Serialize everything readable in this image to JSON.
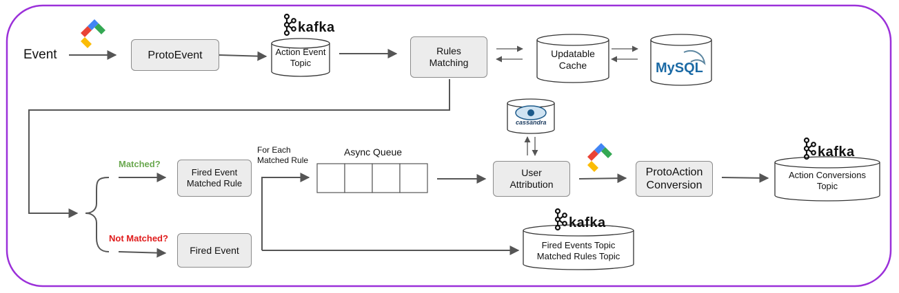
{
  "source": {
    "label": "Event"
  },
  "nodes": {
    "proto_event": "ProtoEvent",
    "action_event_topic": "Action Event\nTopic",
    "rules_matching": "Rules\nMatching",
    "updatable_cache": "Updatable\nCache",
    "fired_event_matched_rule": "Fired Event\nMatched Rule",
    "fired_event": "Fired Event",
    "user_attribution": "User\nAttribution",
    "proto_action_conversion": "ProtoAction\nConversion",
    "action_conversions_topic": "Action Conversions\nTopic",
    "fired_events_topic": "Fired Events Topic\nMatched Rules Topic"
  },
  "labels": {
    "matched": "Matched?",
    "not_matched": "Not Matched?",
    "for_each": "For Each\nMatched Rule",
    "async_queue": "Async Queue"
  },
  "logos": {
    "kafka": "kafka",
    "mysql": "MySQL",
    "cassandra": "cassandra"
  },
  "colors": {
    "border_purple": "#9b30d9",
    "matched_green": "#6aa84f",
    "not_matched_red": "#e01b1b",
    "box_fill": "#ececec",
    "arrow": "#555555"
  },
  "icons": [
    "google-cloud-endpoints-icon",
    "kafka-logo-icon",
    "mysql-logo-icon",
    "cassandra-logo-icon"
  ]
}
